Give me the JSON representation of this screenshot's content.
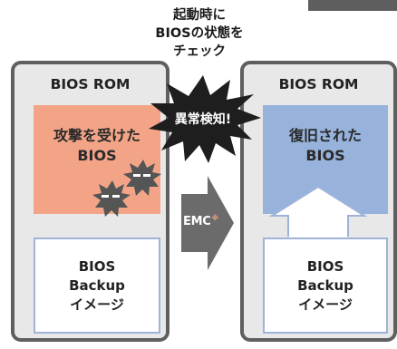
{
  "caption": {
    "line1": "起動時に",
    "line2": "BIOSの状態を",
    "line3": "チェック"
  },
  "left_panel": {
    "title": "BIOS ROM",
    "attacked_box": {
      "line1": "攻撃を受けた",
      "line2": "BIOS"
    },
    "backup_box": {
      "line1": "BIOS",
      "line2": "Backup",
      "line3": "イメージ"
    }
  },
  "right_panel": {
    "title": "BIOS ROM",
    "restored_box": {
      "line1": "復旧された",
      "line2": "BIOS"
    },
    "backup_box": {
      "line1": "BIOS",
      "line2": "Backup",
      "line3": "イメージ"
    }
  },
  "arrow": {
    "label": "EMC",
    "mark": "※"
  },
  "alert_burst": {
    "label": "異常検知!"
  },
  "colors": {
    "panel_border": "#5f5f5f",
    "panel_fill": "#e8e8e8",
    "attacked": "#f3a487",
    "restored": "#97b3dc",
    "arrow": "#6b6b6b",
    "burst": "#1e1e1e",
    "virus": "#555555"
  },
  "icons": [
    "alert-burst-icon",
    "virus-icon",
    "restore-arrow-icon",
    "emc-arrow-icon"
  ]
}
